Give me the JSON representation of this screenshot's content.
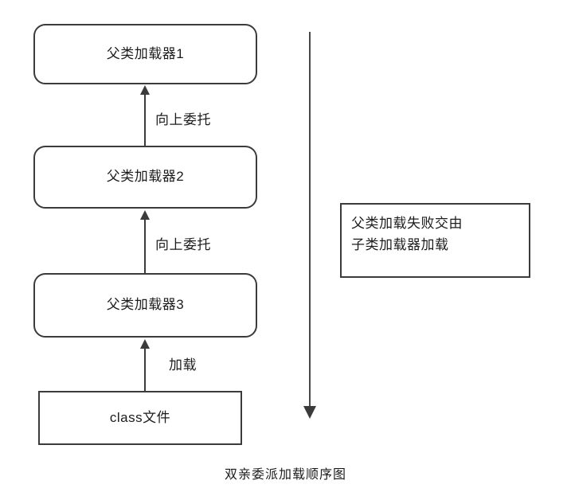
{
  "diagram": {
    "caption": "双亲委派加载顺序图",
    "nodes": [
      {
        "id": "parent1",
        "label": "父类加载器1",
        "shape": "rounded-rect"
      },
      {
        "id": "parent2",
        "label": "父类加载器2",
        "shape": "rounded-rect"
      },
      {
        "id": "parent3",
        "label": "父类加载器3",
        "shape": "rounded-rect"
      },
      {
        "id": "classfile",
        "label": "class文件",
        "shape": "rect"
      }
    ],
    "edges": [
      {
        "id": "edge1",
        "from": "parent2",
        "to": "parent1",
        "label": "向上委托",
        "direction": "up"
      },
      {
        "id": "edge2",
        "from": "parent3",
        "to": "parent2",
        "label": "向上委托",
        "direction": "up"
      },
      {
        "id": "edge3",
        "from": "classfile",
        "to": "parent3",
        "label": "加载",
        "direction": "up"
      }
    ],
    "note": {
      "line1": "父类加载失败交由",
      "line2": "子类加载器加载",
      "shape": "rect"
    },
    "flow_arrow": {
      "direction": "down",
      "name": "downward-flow-arrow"
    },
    "colors": {
      "background": "#ffffff",
      "stroke": "#3b3b3b",
      "text": "#1c1c1c"
    }
  }
}
